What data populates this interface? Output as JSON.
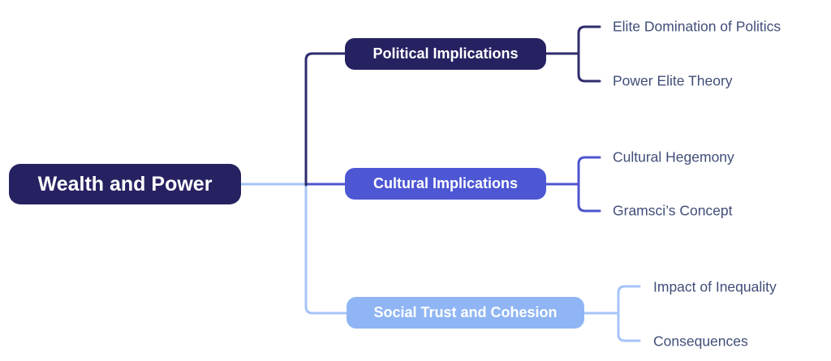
{
  "root": {
    "label": "Wealth and Power",
    "fill_color": "#262262",
    "text_color": "#ffffff"
  },
  "branches": [
    {
      "label": "Political Implications",
      "fill_color": "#262262",
      "line_color": "#2e2c6d",
      "text_color": "#ffffff",
      "children": [
        "Elite Domination of Politics",
        "Power Elite Theory"
      ]
    },
    {
      "label": "Cultural Implications",
      "fill_color": "#4d57d4",
      "line_color": "#4c55cf",
      "text_color": "#ffffff",
      "children": [
        "Cultural Hegemony",
        "Gramsci’s Concept"
      ]
    },
    {
      "label": "Social Trust and Cohesion",
      "fill_color": "#8fb5f4",
      "line_color": "#a6c4f9",
      "text_color": "#ffffff",
      "children": [
        "Impact of Inequality",
        "Consequences"
      ]
    }
  ],
  "colors": {
    "background": "#ffffff",
    "leaf_text": "#414e78",
    "root_trunk_line": "#a6c4f9"
  }
}
